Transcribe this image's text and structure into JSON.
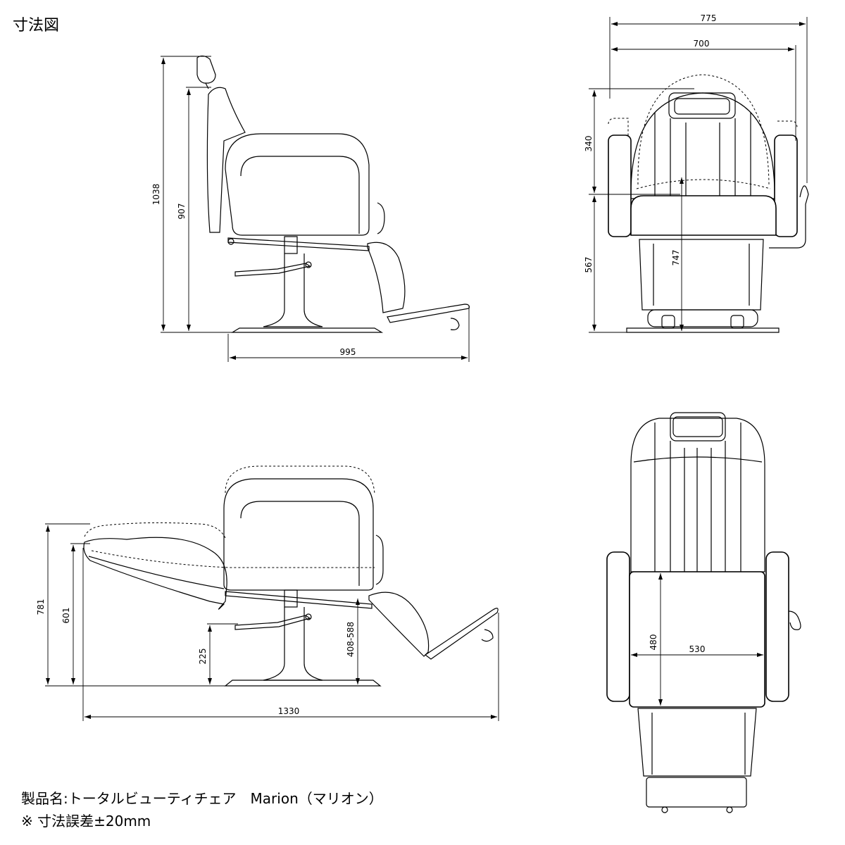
{
  "title": "寸法図",
  "footer": {
    "product_line": "製品名:トータルビューティチェア　Marion（マリオン）",
    "tolerance_line": "※ 寸法誤差±20mm"
  },
  "dimensions": {
    "side_total_height": "1038",
    "side_back_height": "907",
    "side_depth": "995",
    "front_outer_width": "775",
    "front_inner_width": "700",
    "front_back_height": "340",
    "front_seat_height": "567",
    "front_mid_height": "747",
    "recline_total_height": "781",
    "recline_back_height": "601",
    "recline_step_height": "225",
    "recline_seat_range": "408-588",
    "recline_length": "1330",
    "top_seat_depth": "480",
    "top_seat_width": "530"
  }
}
